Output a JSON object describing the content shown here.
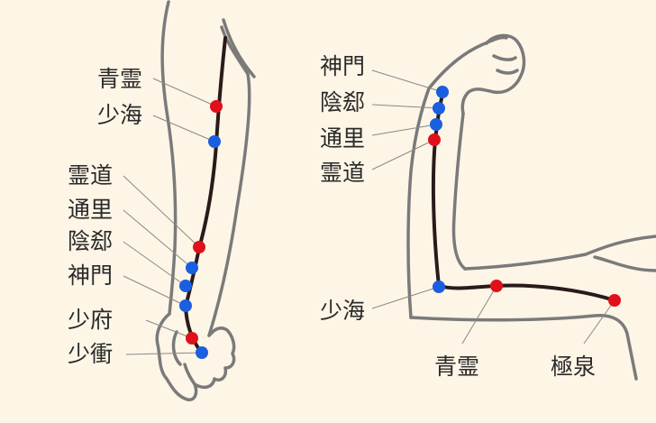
{
  "colors": {
    "background": "#fdf5e6",
    "outline": "#7a7a7a",
    "meridian": "#2a1a1a",
    "point_red": "#e0101a",
    "point_blue": "#1a5fe0",
    "label": "#2a2a2a"
  },
  "forearm": {
    "labels": {
      "seirei": "青霊",
      "shokai": "少海",
      "reido": "霊道",
      "tsuri": "通里",
      "ingeki": "陰郄",
      "shinmon": "神門",
      "shofu": "少府",
      "shosho": "少衝"
    }
  },
  "bent_arm": {
    "labels": {
      "shinmon": "神門",
      "ingeki": "陰郄",
      "tsuri": "通里",
      "reido": "霊道",
      "shokai": "少海",
      "seirei": "青霊",
      "kyokusen": "極泉"
    }
  }
}
